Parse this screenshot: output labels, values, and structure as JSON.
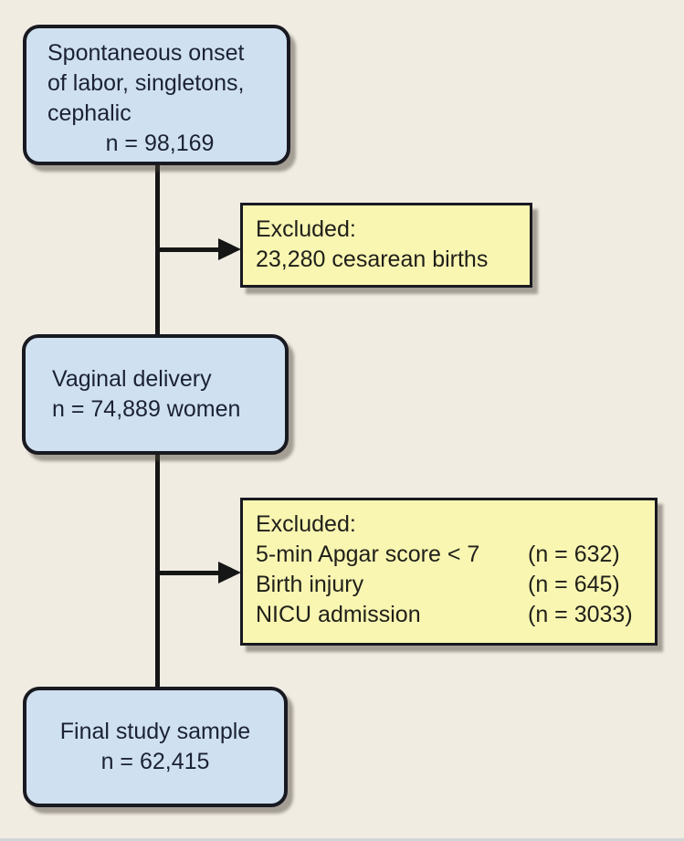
{
  "colors": {
    "background": "#f0ece2",
    "box-blue": "#cfe1f1",
    "box-yellow": "#f9f6b2",
    "border": "#191921",
    "arrow": "#161616",
    "text-blue-box": "#1b2233",
    "text-yellow-box": "#20201a"
  },
  "boxes": {
    "top": {
      "lines": [
        "Spontaneous onset",
        "of labor, singletons,",
        "cephalic"
      ],
      "n_line": "n = 98,169"
    },
    "excluded1": {
      "title": "Excluded:",
      "line": "23,280 cesarean births"
    },
    "middle": {
      "lines": [
        "Vaginal delivery",
        "n = 74,889 women"
      ]
    },
    "excluded2": {
      "title": "Excluded:",
      "rows": [
        {
          "label": "5-min Apgar score < 7",
          "value": "(n = 632)"
        },
        {
          "label": "Birth injury",
          "value": "(n = 645)"
        },
        {
          "label": "NICU admission",
          "value": "(n = 3033)"
        }
      ]
    },
    "final": {
      "lines": [
        "Final study sample",
        "n = 62,415"
      ]
    }
  }
}
